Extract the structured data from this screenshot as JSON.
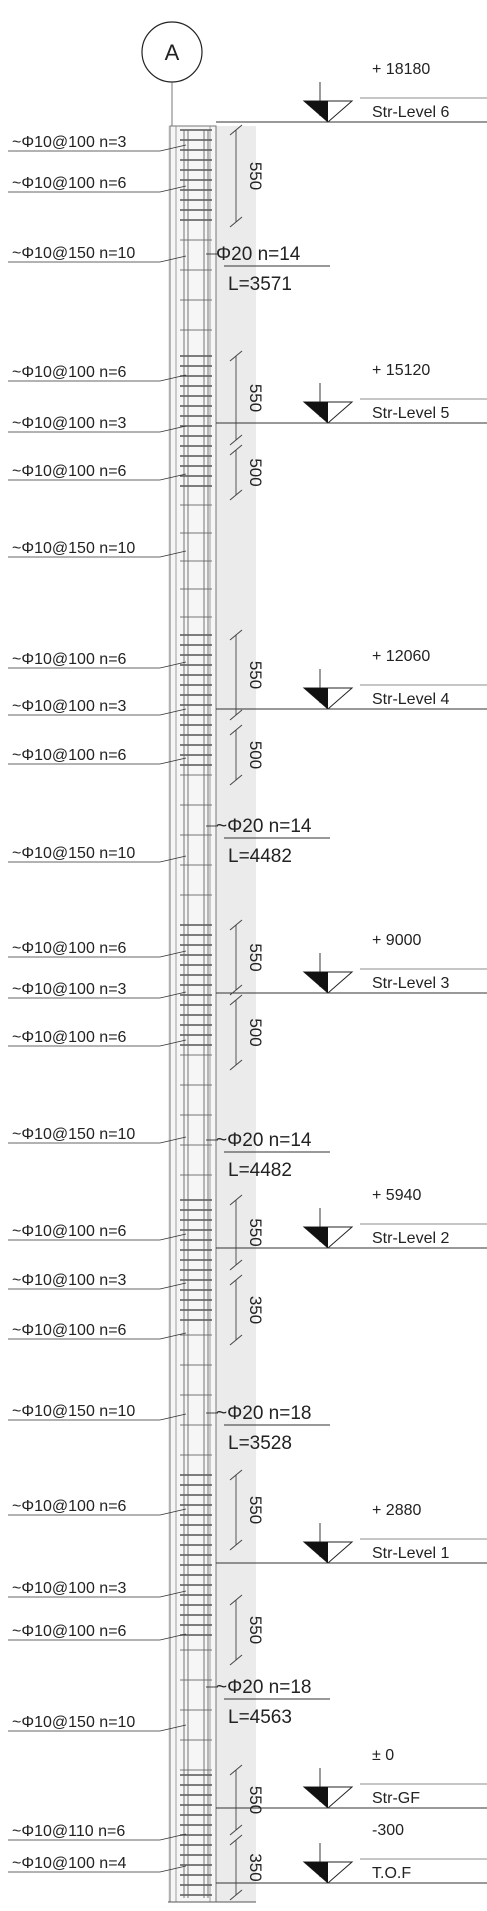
{
  "grid_label": "A",
  "levels": [
    {
      "elev": "+ 18180",
      "name": "Str-Level 6"
    },
    {
      "elev": "+ 15120",
      "name": "Str-Level 5"
    },
    {
      "elev": "+ 12060",
      "name": "Str-Level 4"
    },
    {
      "elev": "+ 9000",
      "name": "Str-Level 3"
    },
    {
      "elev": "+ 5940",
      "name": "Str-Level 2"
    },
    {
      "elev": "+ 2880",
      "name": "Str-Level 1"
    },
    {
      "elev": "± 0",
      "name": "Str-GF"
    },
    {
      "elev": "-300",
      "name": "T.O.F"
    }
  ],
  "stirrup_labels": [
    "~Φ10@100  n=3",
    "~Φ10@100  n=6",
    "~Φ10@150  n=10",
    "~Φ10@100  n=6",
    "~Φ10@100  n=3",
    "~Φ10@100  n=6",
    "~Φ10@150  n=10",
    "~Φ10@100  n=6",
    "~Φ10@100  n=3",
    "~Φ10@100  n=6",
    "~Φ10@150  n=10",
    "~Φ10@100  n=6",
    "~Φ10@100  n=3",
    "~Φ10@100  n=6",
    "~Φ10@150  n=10",
    "~Φ10@100  n=6",
    "~Φ10@100  n=3",
    "~Φ10@100  n=6",
    "~Φ10@150  n=10",
    "~Φ10@100  n=6",
    "~Φ10@100  n=3",
    "~Φ10@100  n=6",
    "~Φ10@150  n=10",
    "~Φ10@110  n=6",
    "~Φ10@100  n=4"
  ],
  "main_bars": [
    {
      "bar": "Φ20   n=14",
      "length": "L=3571"
    },
    {
      "bar": "~Φ20   n=14",
      "length": "L=4482"
    },
    {
      "bar": "~Φ20   n=14",
      "length": "L=4482"
    },
    {
      "bar": "~Φ20   n=18",
      "length": "L=3528"
    },
    {
      "bar": "~Φ20   n=18",
      "length": "L=4563"
    }
  ],
  "dimensions": [
    "550",
    "550",
    "500",
    "550",
    "500",
    "550",
    "500",
    "550",
    "350",
    "550",
    "550",
    "550",
    "350"
  ]
}
